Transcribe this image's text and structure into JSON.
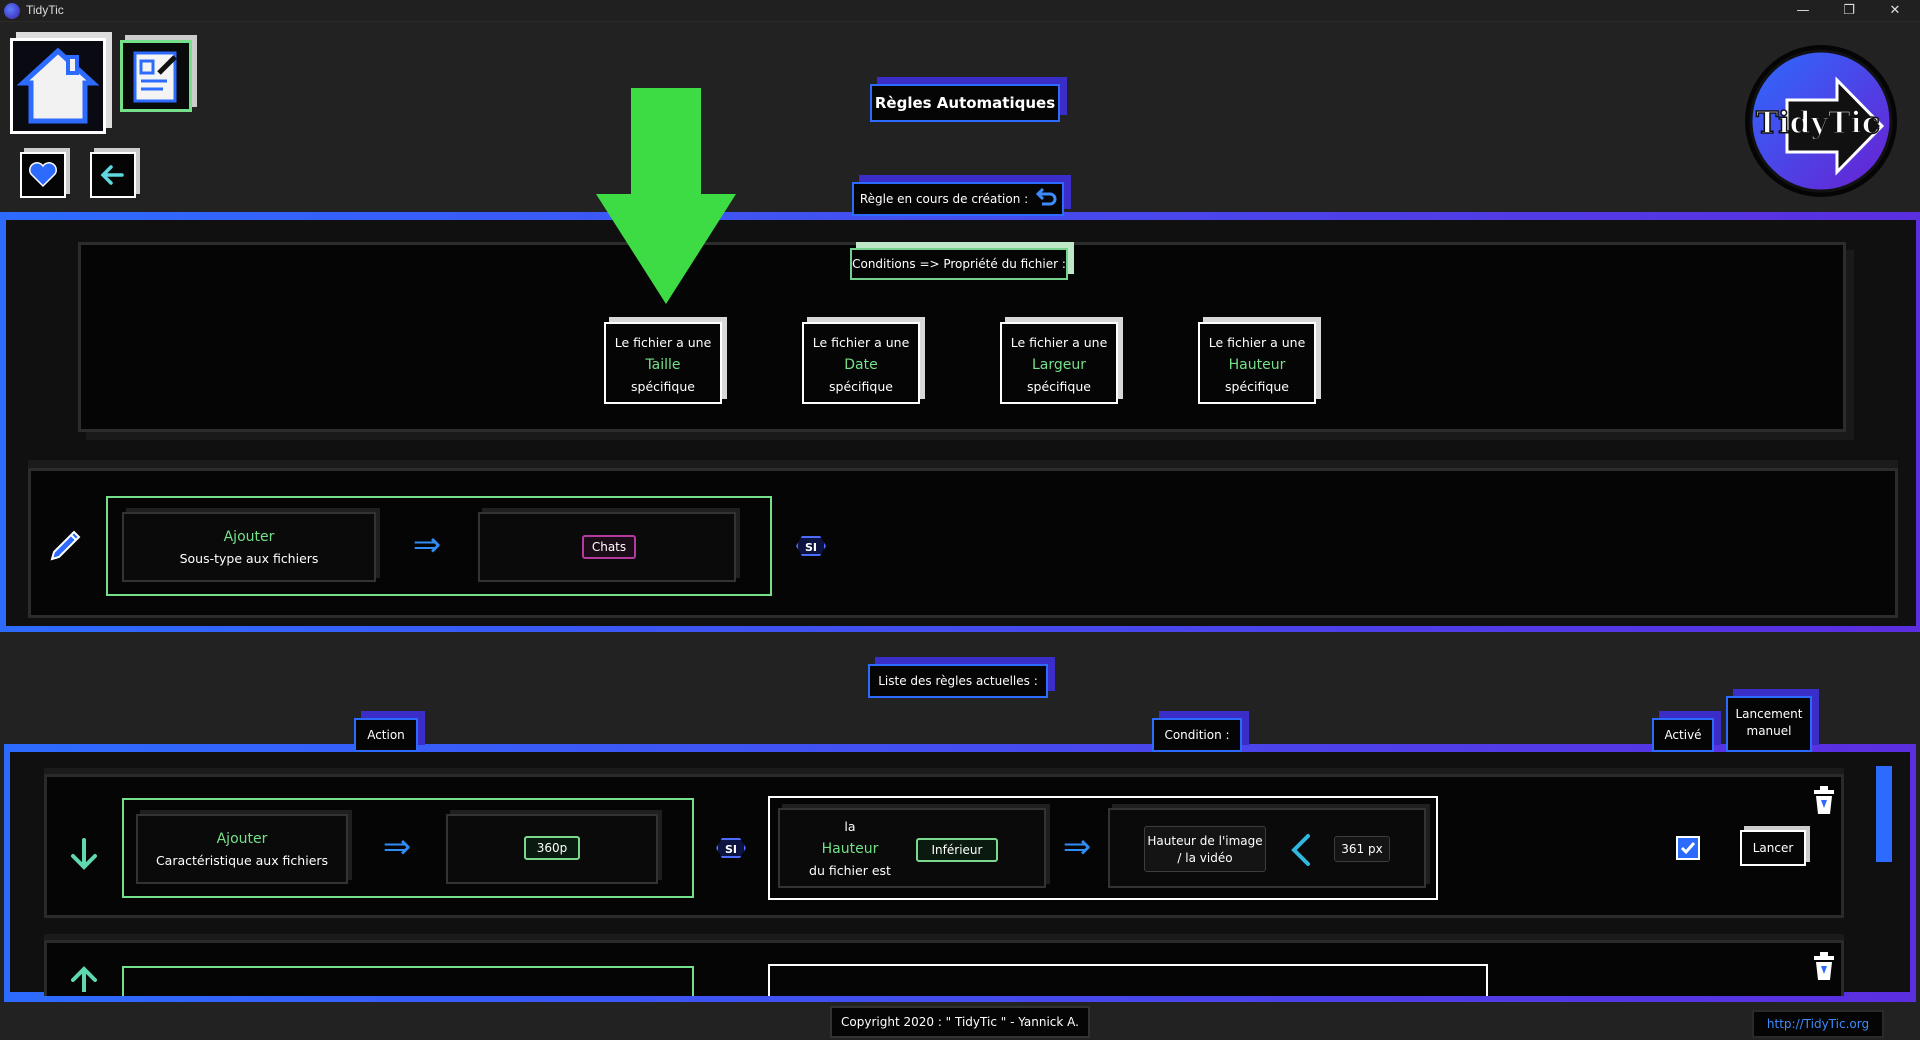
{
  "window": {
    "title": "TidyTic",
    "minimize": "—",
    "maximize": "❐",
    "close": "✕"
  },
  "header": {
    "title": "Règles Automatiques",
    "logo_text": "TidyTic"
  },
  "creation": {
    "label": "Règle en cours de création :",
    "conditions_label": "Conditions => Propriété du fichier :",
    "cards": [
      {
        "pre": "Le fichier a une",
        "prop": "Taille",
        "post": "spécifique"
      },
      {
        "pre": "Le fichier a une",
        "prop": "Date",
        "post": "spécifique"
      },
      {
        "pre": "Le fichier a une",
        "prop": "Largeur",
        "post": "spécifique"
      },
      {
        "pre": "Le fichier a une",
        "prop": "Hauteur",
        "post": "spécifique"
      }
    ],
    "action": {
      "verb": "Ajouter",
      "object": "Sous-type aux fichiers",
      "value": "Chats"
    },
    "si": "SI"
  },
  "list": {
    "label": "Liste des règles actuelles :",
    "headers": {
      "action": "Action",
      "condition": "Condition :",
      "active": "Activé",
      "manual": "Lancement manuel"
    },
    "rule": {
      "verb": "Ajouter",
      "object": "Caractéristique aux fichiers",
      "value": "360p",
      "si": "SI",
      "cond_pre": "la",
      "cond_prop": "Hauteur",
      "cond_post": "du fichier est",
      "operator": "Inférieur",
      "target": "Hauteur de l'image / la vidéo",
      "amount": "361 px",
      "launch": "Lancer"
    }
  },
  "footer": {
    "copyright": "Copyright 2020 : \" TidyTic \" - Yannick A.",
    "link": "http://TidyTic.org"
  },
  "colors": {
    "accent_blue": "#2d6bff",
    "accent_purple": "#3b2ec8",
    "accent_green": "#74e089",
    "big_arrow": "#3ddc45"
  }
}
